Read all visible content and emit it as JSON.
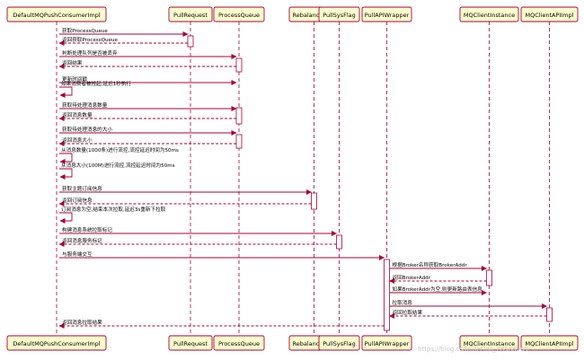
{
  "participants": [
    {
      "id": "consumer",
      "label": "DefaultMQPushConsumerImpl"
    },
    {
      "id": "pullreq",
      "label": "PullRequest"
    },
    {
      "id": "pq",
      "label": "ProcessQueue"
    },
    {
      "id": "rebalance",
      "label": "RebalanceImpl"
    },
    {
      "id": "sysflag",
      "label": "PullSysFlag"
    },
    {
      "id": "wrapper",
      "label": "PullAPIWrapper"
    },
    {
      "id": "mqclient",
      "label": "MQClientInstance"
    },
    {
      "id": "apiimpl",
      "label": "MQClientAPIImpl"
    }
  ],
  "messages": [
    {
      "from": "consumer",
      "to": "pullreq",
      "kind": "call",
      "label": "获取ProcessQueue"
    },
    {
      "from": "pullreq",
      "to": "consumer",
      "kind": "return",
      "label": "返回获取ProcessQueue"
    },
    {
      "from": "consumer",
      "to": "pq",
      "kind": "call",
      "label": "判断处理队列是否被丢弃"
    },
    {
      "from": "pq",
      "to": "consumer",
      "kind": "return",
      "label": "返回结果"
    },
    {
      "from": "consumer",
      "to": "pq",
      "kind": "call",
      "label": "更新时间戳"
    },
    {
      "from": "consumer",
      "to": "consumer",
      "kind": "self",
      "label": "如果消费者被挂起,延迟1秒执行"
    },
    {
      "from": "consumer",
      "to": "pq",
      "kind": "call",
      "label": "获取待处理消息数量"
    },
    {
      "from": "pq",
      "to": "consumer",
      "kind": "return",
      "label": "返回消息数量"
    },
    {
      "from": "consumer",
      "to": "pq",
      "kind": "call",
      "label": "获取待处理消息的大小"
    },
    {
      "from": "pq",
      "to": "consumer",
      "kind": "return",
      "label": "返回消息大小"
    },
    {
      "from": "consumer",
      "to": "consumer",
      "kind": "self",
      "label": "从消息数量(1000条)进行流控,流控延迟时间为50ms"
    },
    {
      "from": "consumer",
      "to": "consumer",
      "kind": "self",
      "label": "从消息大小(100M)进行流控,流控延迟时间为50ms"
    },
    {
      "from": "consumer",
      "to": "rebalance",
      "kind": "call",
      "label": "获取主题订阅信息"
    },
    {
      "from": "rebalance",
      "to": "consumer",
      "kind": "return",
      "label": "返回订阅信息"
    },
    {
      "from": "consumer",
      "to": "consumer",
      "kind": "self",
      "label": "订阅消息为空,结束本次拉取,延迟3s重新下拉取"
    },
    {
      "from": "consumer",
      "to": "sysflag",
      "kind": "call",
      "label": "构建消息系统拉取标记"
    },
    {
      "from": "sysflag",
      "to": "consumer",
      "kind": "return",
      "label": "返回消息服务标记"
    },
    {
      "from": "consumer",
      "to": "wrapper",
      "kind": "call",
      "label": "与服务端交互"
    },
    {
      "from": "wrapper",
      "to": "mqclient",
      "kind": "call",
      "label": "根据Broker名称获取BrokerAddr"
    },
    {
      "from": "mqclient",
      "to": "wrapper",
      "kind": "return",
      "label": "返回BrokerAddr"
    },
    {
      "from": "wrapper",
      "to": "mqclient",
      "kind": "call",
      "label": "如果BrokerAddr为空,则更新路由表信息"
    },
    {
      "from": "wrapper",
      "to": "apiimpl",
      "kind": "call",
      "label": "拉取消息"
    },
    {
      "from": "apiimpl",
      "to": "wrapper",
      "kind": "return",
      "label": "返回拉取结果"
    },
    {
      "from": "wrapper",
      "to": "consumer",
      "kind": "return",
      "label": "返回消息拉取结果"
    }
  ],
  "watermark": "https://blog.csdn.net/qq_28988969",
  "colors": {
    "box_fill": "#fefece",
    "box_border": "#a80036",
    "arrow": "#a80036",
    "lifeline": "#a80036",
    "activation_fill": "#ffffff",
    "text": "#000000"
  }
}
